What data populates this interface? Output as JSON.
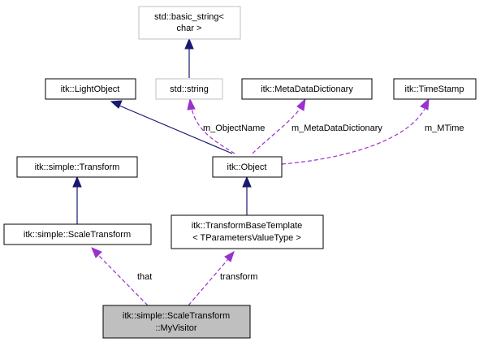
{
  "nodes": {
    "basic_string": {
      "lines": [
        "std::basic_string<",
        "char >"
      ]
    },
    "std_string": {
      "lines": [
        "std::string"
      ]
    },
    "light_object": {
      "lines": [
        "itk::LightObject"
      ]
    },
    "meta_data_dictionary": {
      "lines": [
        "itk::MetaDataDictionary"
      ]
    },
    "time_stamp": {
      "lines": [
        "itk::TimeStamp"
      ]
    },
    "simple_transform": {
      "lines": [
        "itk::simple::Transform"
      ]
    },
    "object": {
      "lines": [
        "itk::Object"
      ]
    },
    "scale_transform": {
      "lines": [
        "itk::simple::ScaleTransform"
      ]
    },
    "transform_base_template": {
      "lines": [
        "itk::TransformBaseTemplate",
        "< TParametersValueType >"
      ]
    },
    "my_visitor": {
      "lines": [
        "itk::simple::ScaleTransform",
        "::MyVisitor"
      ]
    }
  },
  "edge_labels": {
    "object_name": "m_ObjectName",
    "meta_data_dictionary": "m_MetaDataDictionary",
    "mtime": "m_MTime",
    "that": "that",
    "transform": "transform"
  },
  "colors": {
    "inheritance_edge": "#191970",
    "usage_edge": "#9a32cd",
    "muted_border": "#bfbfbf",
    "focus_fill": "#bfbfbf"
  }
}
